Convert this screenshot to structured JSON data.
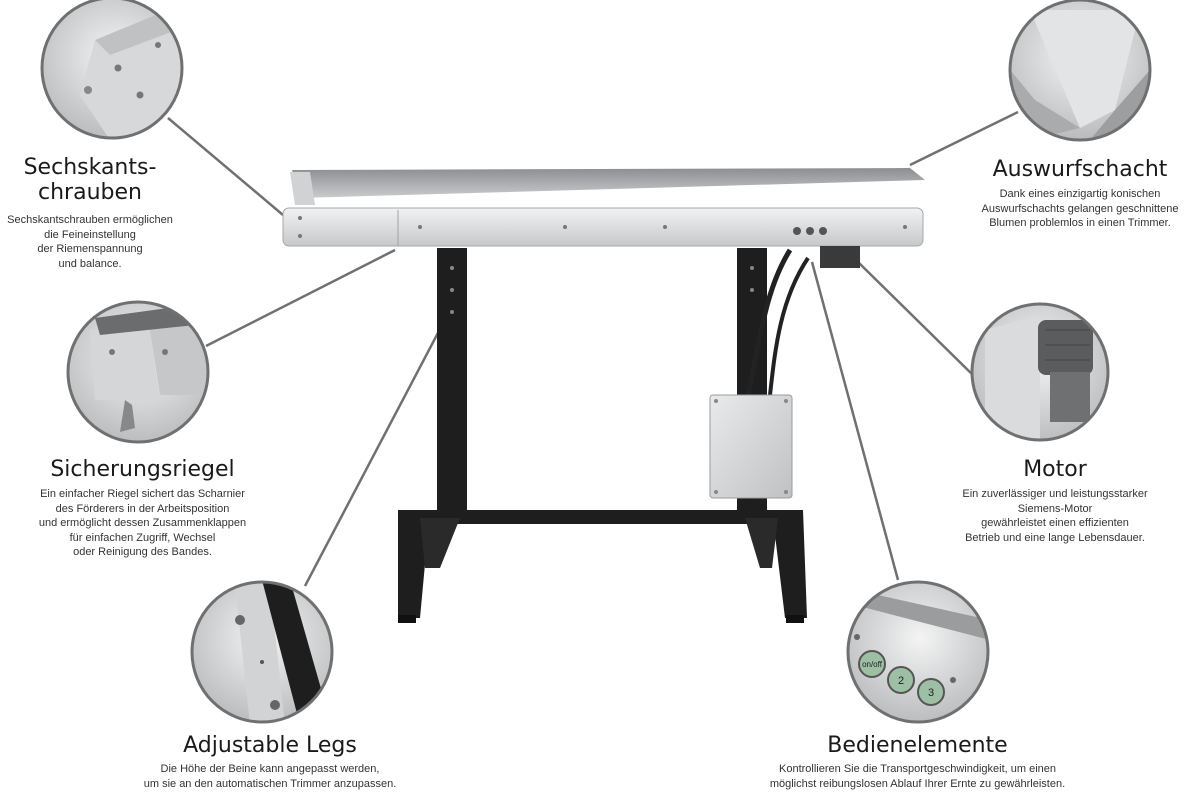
{
  "callouts": {
    "sechskant": {
      "title_line1": "Sechskants-",
      "title_line2": "chrauben",
      "desc": [
        "Sechskantschrauben ermöglichen",
        "die Feineinstellung",
        "der Riemenspannung",
        "und balance."
      ]
    },
    "auswurf": {
      "title": "Auswurfschacht",
      "desc": [
        "Dank eines einzigartig konischen",
        "Auswurfschachts gelangen geschnittene",
        "Blumen problemlos in einen Trimmer."
      ]
    },
    "sicherung": {
      "title": "Sicherungsriegel",
      "desc": [
        "Ein einfacher Riegel sichert das Scharnier",
        "des Förderers in der Arbeitsposition",
        "und ermöglicht dessen Zusammenklappen",
        "für einfachen Zugriff, Wechsel",
        "oder Reinigung des Bandes."
      ]
    },
    "motor": {
      "title": "Motor",
      "desc": [
        "Ein zuverlässiger und leistungsstarker",
        "Siemens-Motor",
        "gewährleistet einen effizienten",
        "Betrieb und eine lange Lebensdauer."
      ]
    },
    "legs": {
      "title": "Adjustable Legs",
      "desc": [
        "Die Höhe der Beine kann angepasst werden,",
        "um sie an den automatischen Trimmer anzupassen."
      ]
    },
    "bedien": {
      "title": "Bedienelemente",
      "desc": [
        "Kontrollieren Sie die Transportgeschwindigkeit, um einen",
        "möglichst reibungslosen Ablauf Ihrer Ernte zu gewährleisten."
      ]
    }
  },
  "buttons": [
    "on/off",
    "2",
    "3"
  ],
  "colors": {
    "line": "#707070",
    "frame": "#1e1e1e",
    "metal": "#d9dadb"
  }
}
